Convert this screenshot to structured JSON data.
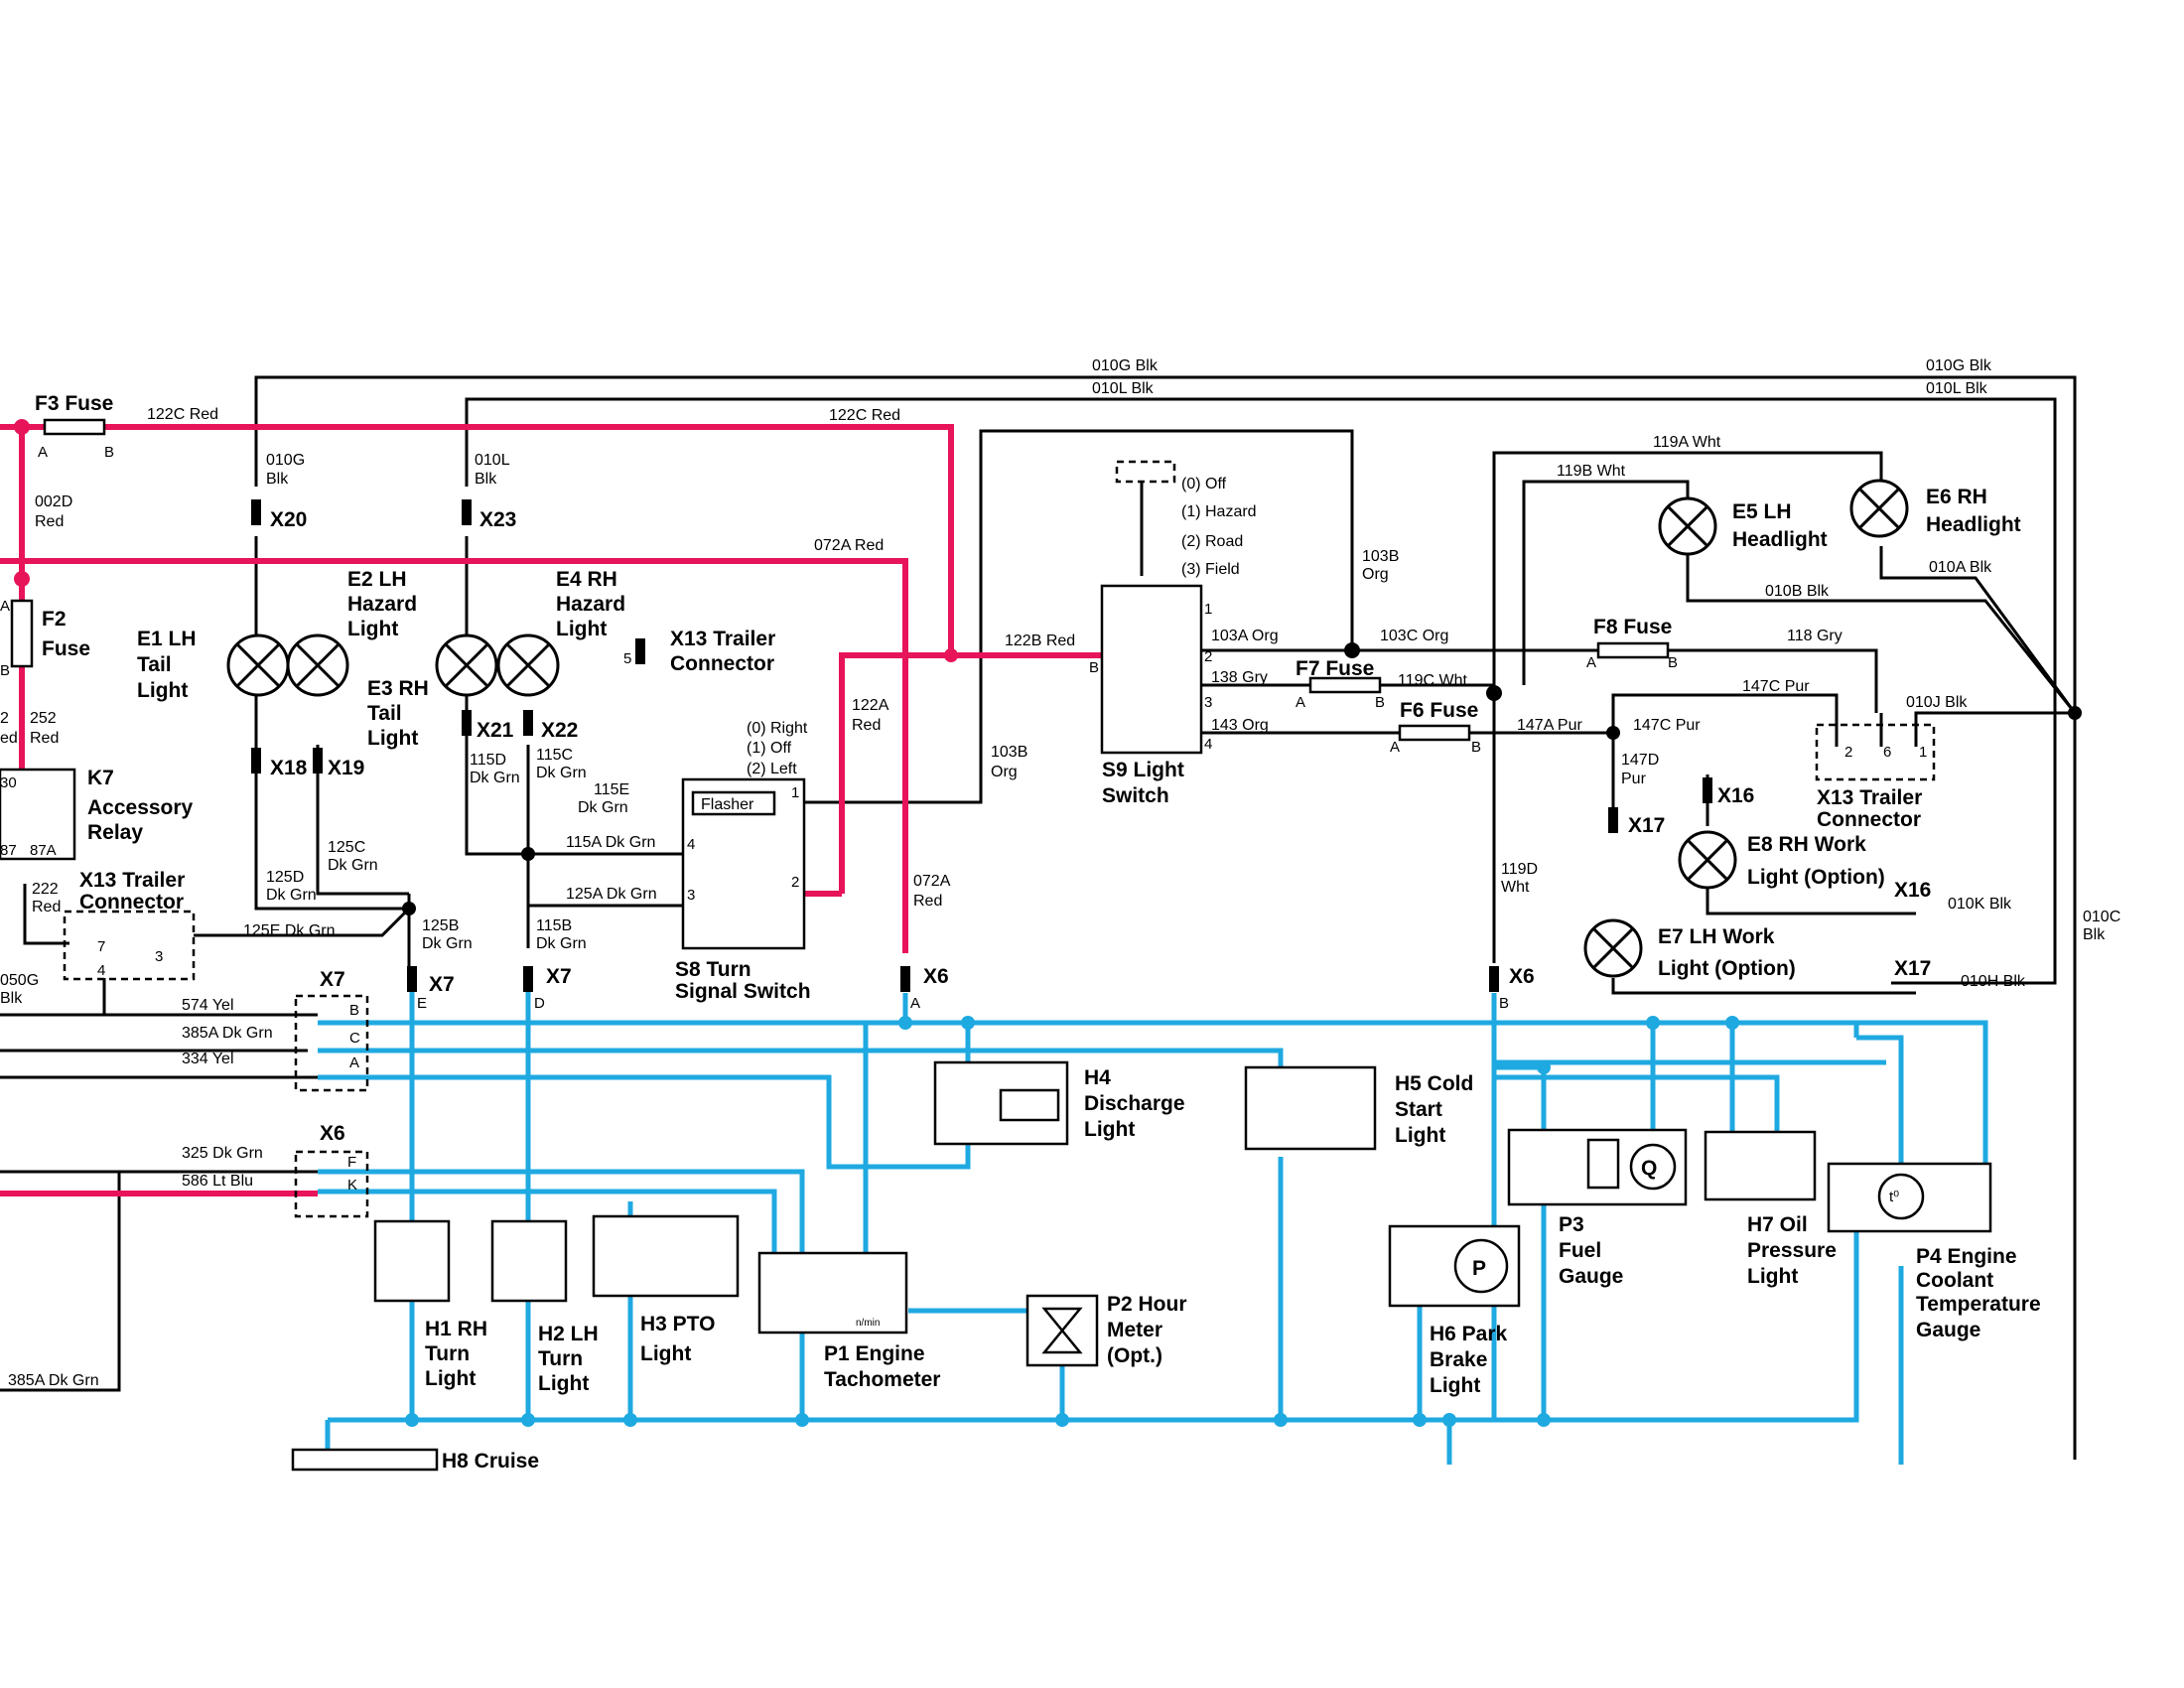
{
  "colors": {
    "red_wire": "#e8145a",
    "blue_wire": "#1fa9e1",
    "black_wire": "#000000"
  },
  "wires": {
    "w010G_top": "010G Blk",
    "w010L_top": "010L Blk",
    "w010G_right": "010G Blk",
    "w010L_right": "010L Blk",
    "w122C_a": "122C Red",
    "w122C_b": "122C Red",
    "w010G_l1": "010G",
    "w010G_l2": "Blk",
    "w010L_l1": "010L",
    "w010L_l2": "Blk",
    "w002D_1": "002D",
    "w002D_2": "Red",
    "w072A_top": "072A Red",
    "w072A_v1": "072A",
    "w072A_v2": "Red",
    "w252_1": "252",
    "w252_2": "Red",
    "w2_1": "2",
    "w2_2": "ed",
    "w30": "30",
    "w87": "87",
    "w87A": "87A",
    "w222_1": "222",
    "w222_2": "Red",
    "w050G_1": "050G",
    "w050G_2": "Blk",
    "w125E": "125E Dk Grn",
    "w125D_1": "125D",
    "w125D_2": "Dk Grn",
    "w125C_1": "125C",
    "w125C_2": "Dk Grn",
    "w125B_1": "125B",
    "w125B_2": "Dk Grn",
    "w115D_1": "115D",
    "w115D_2": "Dk Grn",
    "w115C_1": "115C",
    "w115C_2": "Dk Grn",
    "w115E_1": "115E",
    "w115E_2": "Dk Grn",
    "w115B_1": "115B",
    "w115B_2": "Dk Grn",
    "w115A": "115A Dk Grn",
    "w125A": "125A Dk Grn",
    "w122A_1": "122A",
    "w122A_2": "Red",
    "w122B": "122B Red",
    "w103B_1": "103B",
    "w103B_2": "Org",
    "w103B_top1": "103B",
    "w103B_top2": "Org",
    "w103A": "103A Org",
    "w103C": "103C Org",
    "w138": "138 Gry",
    "w143": "143 Org",
    "w119C": "119C Wht",
    "w119A": "119A Wht",
    "w119B": "119B Wht",
    "w010B": "010B Blk",
    "w010A": "010A Blk",
    "w010J": "010J Blk",
    "w118": "118 Gry",
    "w147C_a": "147C Pur",
    "w147C_b": "147C Pur",
    "w147A": "147A Pur",
    "w147D_1": "147D",
    "w147D_2": "Pur",
    "w119D_1": "119D",
    "w119D_2": "Wht",
    "w010K": "010K Blk",
    "w010H": "010H Blk",
    "w010C_1": "010C",
    "w010C_2": "Blk",
    "w574": "574 Yel",
    "w385A": "385A Dk Grn",
    "w334": "334 Yel",
    "w325": "325 Dk Grn",
    "w586": "586 Lt Blu",
    "w385A_b": "385A Dk Grn"
  },
  "components": {
    "F3": "F3 Fuse",
    "F2_1": "F2",
    "F2_2": "Fuse",
    "E1_1": "E1 LH",
    "E1_2": "Tail",
    "E1_3": "Light",
    "E2_1": "E2 LH",
    "E2_2": "Hazard",
    "E2_3": "Light",
    "E3_1": "E3 RH",
    "E3_2": "Tail",
    "E3_3": "Light",
    "E4_1": "E4 RH",
    "E4_2": "Hazard",
    "E4_3": "Light",
    "K7_1": "K7",
    "K7_2": "Accessory",
    "K7_3": "Relay",
    "X13L_1": "X13 Trailer",
    "X13L_2": "Connector",
    "X13M_1": "X13 Trailer",
    "X13M_2": "Connector",
    "X13R_1": "X13 Trailer",
    "X13R_2": "Connector",
    "S8_1": "S8 Turn",
    "S8_2": "Signal Switch",
    "S8_pos0": "(0) Right",
    "S8_pos1": "(1) Off",
    "S8_pos2": "(2) Left",
    "flasher": "Flasher",
    "S9_1": "S9 Light",
    "S9_2": "Switch",
    "S9_pos0": "(0) Off",
    "S9_pos1": "(1) Hazard",
    "S9_pos2": "(2) Road",
    "S9_pos3": "(3) Field",
    "F7": "F7 Fuse",
    "F6": "F6 Fuse",
    "F8": "F8 Fuse",
    "E5_1": "E5 LH",
    "E5_2": "Headlight",
    "E6_1": "E6 RH",
    "E6_2": "Headlight",
    "E8_1": "E8 RH Work",
    "E8_2": "Light (Option)",
    "E7_1": "E7 LH Work",
    "E7_2": "Light (Option)",
    "H4_1": "H4",
    "H4_2": "Discharge",
    "H4_3": "Light",
    "H5_1": "H5 Cold",
    "H5_2": "Start",
    "H5_3": "Light",
    "P3_1": "P3",
    "P3_2": "Fuel",
    "P3_3": "Gauge",
    "H7_1": "H7 Oil",
    "H7_2": "Pressure",
    "H7_3": "Light",
    "P4_1": "P4 Engine",
    "P4_2": "Coolant",
    "P4_3": "Temperature",
    "P4_4": "Gauge",
    "H1_1": "H1 RH",
    "H1_2": "Turn",
    "H1_3": "Light",
    "H2_1": "H2 LH",
    "H2_2": "Turn",
    "H2_3": "Light",
    "H3_1": "H3 PTO",
    "H3_2": "Light",
    "P1_1": "P1 Engine",
    "P1_2": "Tachometer",
    "P2_1": "P2 Hour",
    "P2_2": "Meter",
    "P2_3": "(Opt.)",
    "H6_1": "H6 Park",
    "H6_2": "Brake",
    "H6_3": "Light",
    "H8": "H8 Cruise",
    "nmin": "n/min",
    "t0": "t⁰",
    "P_sym": "P",
    "Q_sym": "Q"
  },
  "connectors": {
    "X20": "X20",
    "X23": "X23",
    "X18": "X18",
    "X19": "X19",
    "X21": "X21",
    "X22": "X22",
    "X7a": "X7",
    "X7b": "X7",
    "X6a": "X6",
    "X6b": "X6",
    "X16a": "X16",
    "X16b": "X16",
    "X17a": "X17",
    "X17b": "X17",
    "X7box": "X7",
    "X6box": "X6"
  },
  "pins": {
    "fA": "A",
    "fB": "B",
    "f2A": "A",
    "f2B": "B",
    "f7A": "A",
    "f7B": "B",
    "f6A": "A",
    "f6B": "B",
    "f8A": "A",
    "f8B": "B",
    "s9B": "B",
    "s9_1": "1",
    "s9_2": "2",
    "s9_3": "3",
    "s9_4": "4",
    "s8_1": "1",
    "s8_2": "2",
    "s8_3": "3",
    "s8_4": "4",
    "x13m5": "5",
    "x13l7": "7",
    "x13l4": "4",
    "x13l3": "3",
    "x13r2": "2",
    "x13r6": "6",
    "x13r1": "1",
    "x7E": "E",
    "x7D": "D",
    "x6A": "A",
    "x6B": "B",
    "x7bB": "B",
    "x7bC": "C",
    "x7bA": "A",
    "x6bF": "F",
    "x6bK": "K"
  }
}
